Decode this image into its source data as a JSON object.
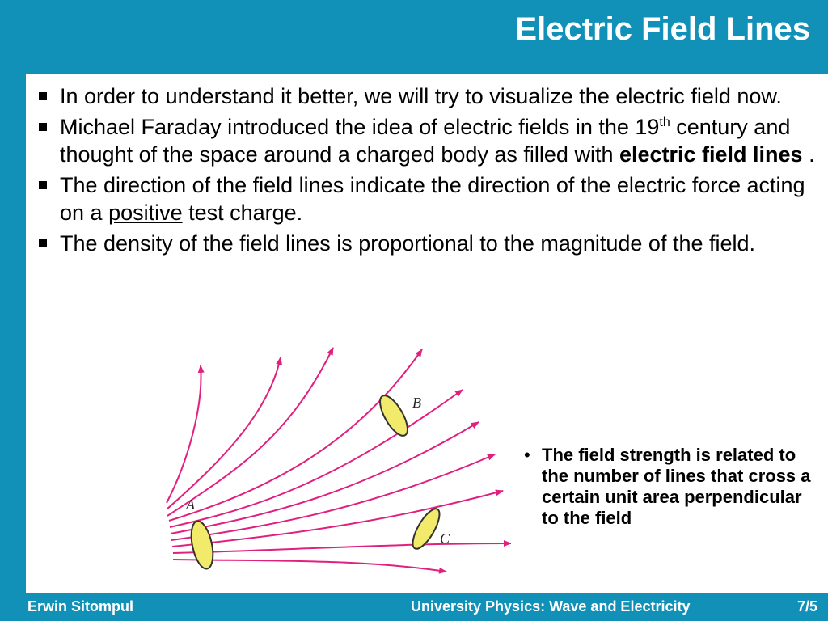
{
  "slide": {
    "title": "Electric Field Lines",
    "bullets": [
      {
        "text": "In order to understand it better, we will try to visualize the electric field now."
      },
      {
        "pre": "Michael Faraday introduced the idea of electric fields in the 19",
        "sup": "th",
        "mid": " century and thought of the space around a charged body as filled with ",
        "bold": "electric field lines",
        "post": " ."
      },
      {
        "pre": "The direction of the field lines indicate the direction of the electric force acting on a ",
        "underline": "positive",
        "post": " test charge."
      },
      {
        "text": "The density of the field lines is proportional to the magnitude of the field."
      }
    ],
    "note": {
      "bullet": "•",
      "text": "The field strength is related to the number of lines that cross a certain unit area perpendicular to the field"
    }
  },
  "figure": {
    "labels": {
      "a": "A",
      "b": "B",
      "c": "C"
    },
    "line_color": "#e0207f",
    "ellipse_color": "#f2ea6a"
  },
  "footer": {
    "author": "Erwin Sitompul",
    "course": "University Physics: Wave and Electricity",
    "page": "7/5"
  }
}
